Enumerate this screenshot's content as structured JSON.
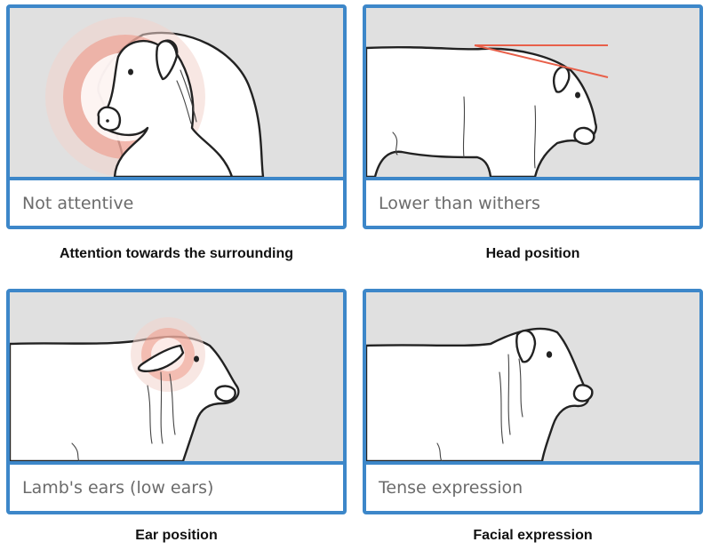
{
  "panels": [
    {
      "caption": "Not attentive",
      "title": "Attention towards the surrounding"
    },
    {
      "caption": "Lower than withers",
      "title": "Head position"
    },
    {
      "caption": "Lamb's ears (low ears)",
      "title": "Ear position"
    },
    {
      "caption": "Tense expression",
      "title": "Facial expression"
    }
  ],
  "colors": {
    "border": "#3d87c9",
    "image_bg": "#e0e0e0",
    "highlight": "#e8604a",
    "caption_text": "#6b6b6b"
  },
  "icons": [
    "cow-head-illustration",
    "attention-rings",
    "head-line-indicator",
    "ear-highlight-rings"
  ]
}
